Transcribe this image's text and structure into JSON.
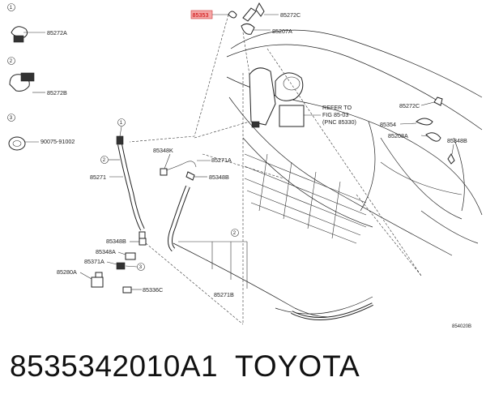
{
  "diagram": {
    "highlight_label": "85353",
    "labels": {
      "p85272A": "85272A",
      "p85272B": "85272B",
      "p90075": "90075-91002",
      "p85272C_top": "85272C",
      "p85207A": "85207A",
      "p85272C_right": "85272C",
      "p85354": "85354",
      "p85208A": "85208A",
      "p85348B_right": "85348B",
      "p85348K": "85348K",
      "p85271A": "85271A",
      "p85348B_mid": "85348B",
      "p85271": "85271",
      "p85348B_low": "85348B",
      "p85348A": "85348A",
      "p85371A": "85371A",
      "p85280A": "85280A",
      "p85336C": "85336C",
      "p85271B": "85271B",
      "ref1": "REFER TO",
      "ref2": "FIG 85-03",
      "ref3": "(PNC 85330)",
      "code": "854020B"
    },
    "callouts": {
      "c1": "1",
      "c2": "2",
      "c3": "3"
    }
  },
  "footer": {
    "part_number": "8535342010A1",
    "brand": "TOYOTA"
  }
}
